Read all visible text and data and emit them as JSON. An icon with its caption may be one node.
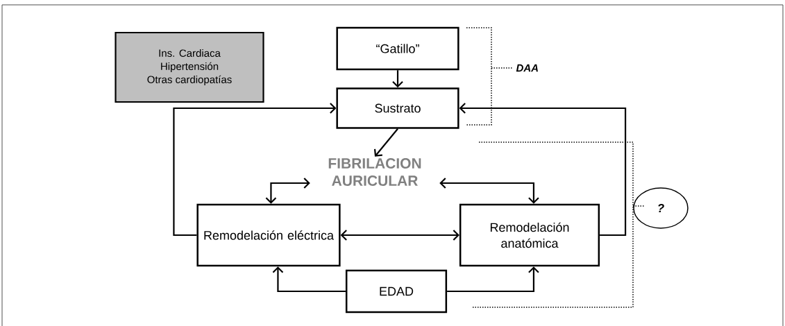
{
  "diagram": {
    "nodes": [
      {
        "text": [
          "Ins. Cardiaca",
          "Hipertensión",
          "Otras cardiopatías"
        ]
      },
      {
        "text": [
          "“Gatillo”"
        ]
      },
      {
        "text": [
          "Sustrato"
        ]
      },
      {
        "text": [
          "FIBRILACION AURICULAR"
        ]
      },
      {
        "text": [
          "Remodelación eléctrica"
        ]
      },
      {
        "text": [
          "Remodelación anatómica"
        ]
      },
      {
        "text": [
          "EDAD"
        ]
      },
      {
        "text": [
          "?"
        ]
      }
    ],
    "edges": [
      {
        "from": 1,
        "to": 2,
        "arrow": "to"
      },
      {
        "from": 2,
        "to": 3,
        "arrow": "to"
      },
      {
        "from": 4,
        "to": 2,
        "arrow": "to"
      },
      {
        "from": 5,
        "to": 2,
        "arrow": "to"
      },
      {
        "from": 4,
        "to": 3,
        "arrow": "both"
      },
      {
        "from": 5,
        "to": 3,
        "arrow": "both"
      },
      {
        "from": 4,
        "to": 5,
        "arrow": "both"
      },
      {
        "from": 6,
        "to": 4,
        "arrow": "to"
      },
      {
        "from": 6,
        "to": 5,
        "arrow": "to"
      }
    ],
    "labels": [
      "DAA"
    ]
  }
}
